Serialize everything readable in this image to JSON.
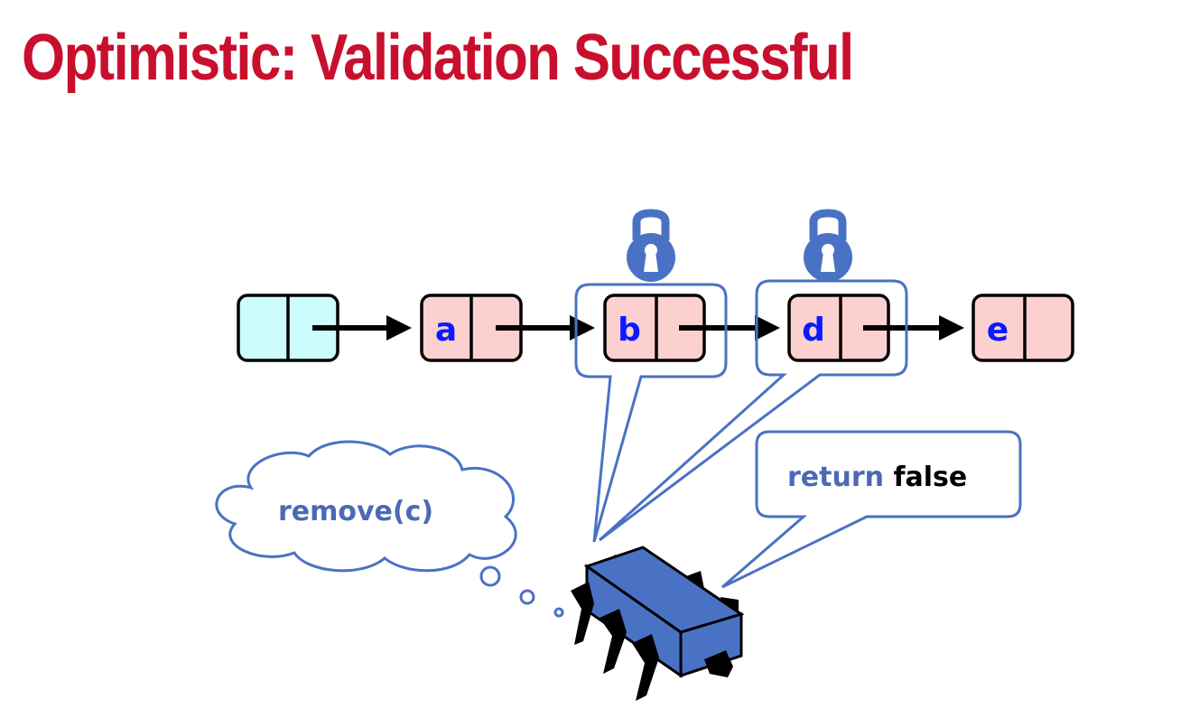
{
  "title": "Optimistic: Validation Successful",
  "nodes": [
    {
      "label": "",
      "kind": "head"
    },
    {
      "label": "a",
      "kind": "list"
    },
    {
      "label": "b",
      "kind": "list",
      "locked": true
    },
    {
      "label": "d",
      "kind": "list",
      "locked": true
    },
    {
      "label": "e",
      "kind": "list"
    }
  ],
  "thought": {
    "text": "remove(c)"
  },
  "speech": {
    "keyword": "return",
    "value": "false"
  },
  "colors": {
    "title": "#c8102e",
    "head_fill": "#ccfcfc",
    "node_fill": "#fdd0d0",
    "accent_blue": "#4a72c4",
    "letter_blue": "#0a1aff",
    "keyword_blue": "#4a6ab4"
  },
  "icons": [
    "lock-icon",
    "processor-chip-icon",
    "arrow-right-icon"
  ]
}
